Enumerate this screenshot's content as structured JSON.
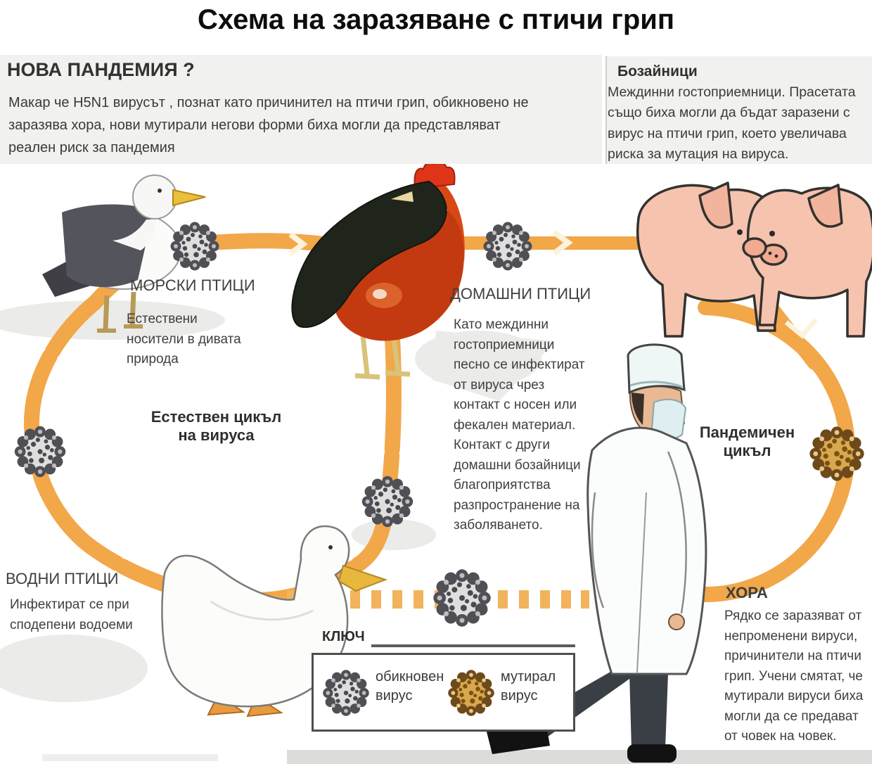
{
  "title": "Схема на заразяване с птичи грип",
  "colors": {
    "accent_orange": "#F2A749",
    "dash_orange": "#F2B35C",
    "virus_gray": "#4F4F55",
    "virus_mutated": "#A9731F",
    "panel_bg": "#F1F1EF",
    "text": "#3B3B3B"
  },
  "intro": {
    "heading": "НОВА ПАНДЕМИЯ ?",
    "body": "Макар че H5N1 вирусът , познат като причинител на птичи грип, обикновено не заразява хора, нови мутирали негови форми биха могли да представляват реален риск за пандемия"
  },
  "mammals": {
    "heading": "Бозайници",
    "body": "Междинни гостоприемници. Прасетата също биха могли да бъдат заразени с вирус на птичи грип, което увеличава риска за мутация на вируса."
  },
  "nodes": {
    "sea_birds": {
      "label": "МОРСКИ ПТИЦИ",
      "body": "Естествени носители в дивата природа"
    },
    "domestic_birds": {
      "label": "ДОМАШНИ ПТИЦИ",
      "body": "Като междинни гостоприемници песно се инфектират от вируса чрез контакт с носен или фекален материал. Контакт с други домашни бозайници благоприятства разпространение на заболяването."
    },
    "water_birds": {
      "label": "ВОДНИ ПТИЦИ",
      "body": "Инфектират се при сподепени водоеми"
    },
    "humans": {
      "label": "ХОРА",
      "body": "Рядко се заразяват от непроменени вируси, причинители на птичи грип. Учени смятат, че мутирали вируси биха могли да се предават от човек на човек."
    }
  },
  "cycles": {
    "natural": "Естествен цикъл на вируса",
    "pandemic": "Пандемичен цикъл"
  },
  "legend": {
    "heading": "КЛЮЧ",
    "items": [
      {
        "icon": "virus-normal-icon",
        "label": "обикновен вирус"
      },
      {
        "icon": "virus-mutated-icon",
        "label": "мутирал вирус"
      }
    ]
  }
}
